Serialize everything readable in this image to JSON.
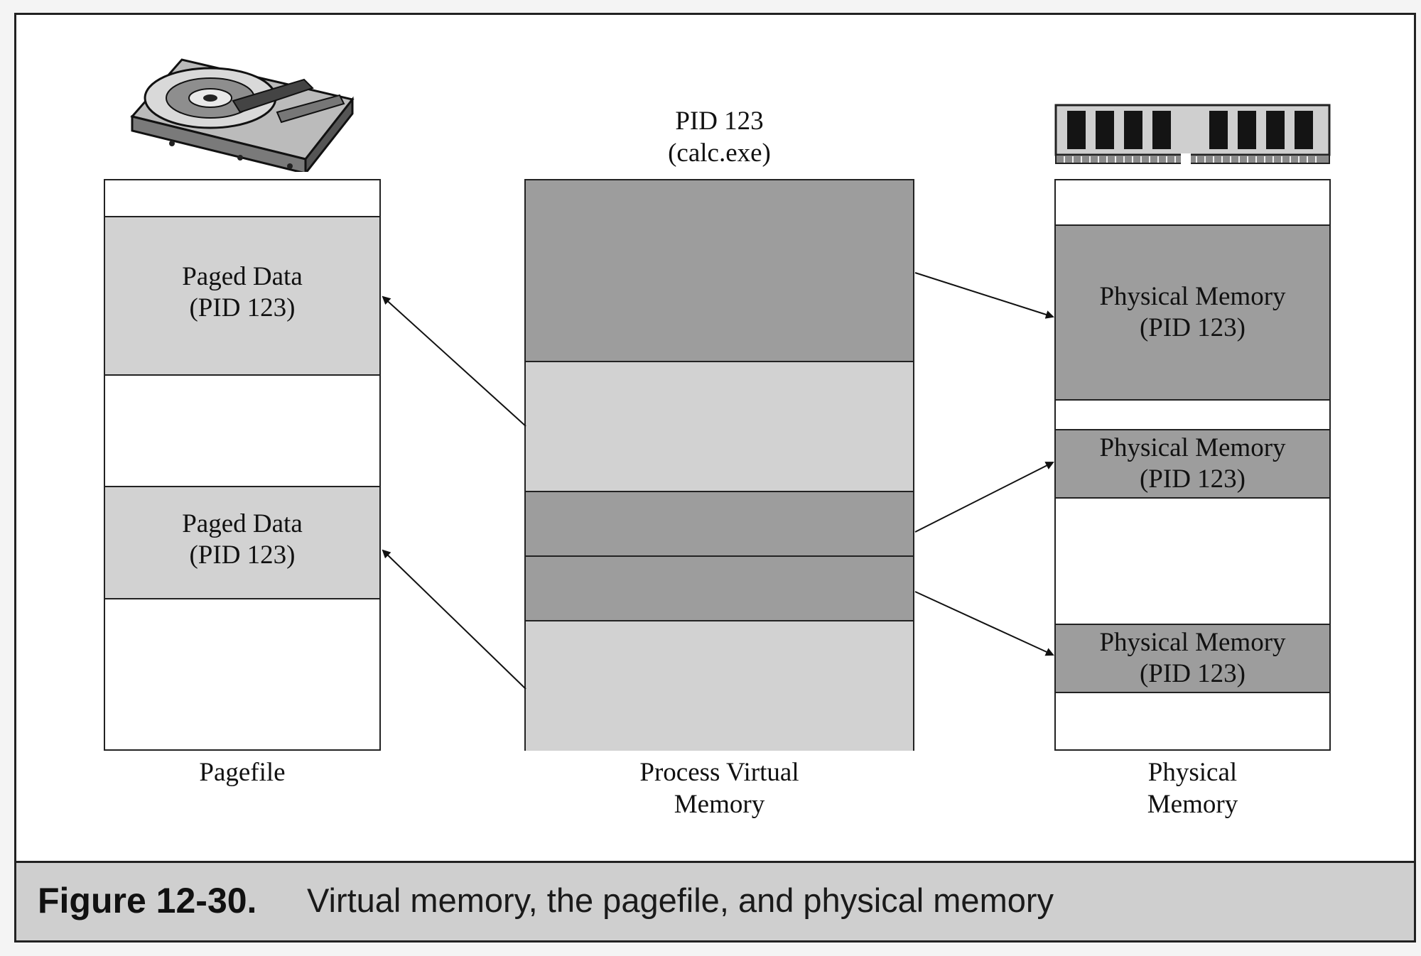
{
  "process": {
    "title_line1": "PID 123",
    "title_line2": "(calc.exe)",
    "caption_line1": "Process Virtual",
    "caption_line2": "Memory"
  },
  "pagefile": {
    "caption": "Pagefile",
    "blocks": [
      {
        "line1": "Paged Data",
        "line2": "(PID 123)"
      },
      {
        "line1": "Paged Data",
        "line2": "(PID 123)"
      }
    ]
  },
  "physical": {
    "caption_line1": "Physical",
    "caption_line2": "Memory",
    "blocks": [
      {
        "line1": "Physical Memory",
        "line2": "(PID 123)"
      },
      {
        "line1": "Physical Memory",
        "line2": "(PID 123)"
      },
      {
        "line1": "Physical Memory",
        "line2": "(PID 123)"
      }
    ]
  },
  "figure": {
    "number": "Figure 12-30.",
    "text": "Virtual memory, the pagefile, and physical memory"
  },
  "icons": {
    "pagefile": "hard-drive-icon",
    "physical": "ram-module-icon"
  },
  "colors": {
    "dark_block": "#9d9d9d",
    "light_block": "#d2d2d2",
    "caption_bar": "#cfcfcf"
  }
}
